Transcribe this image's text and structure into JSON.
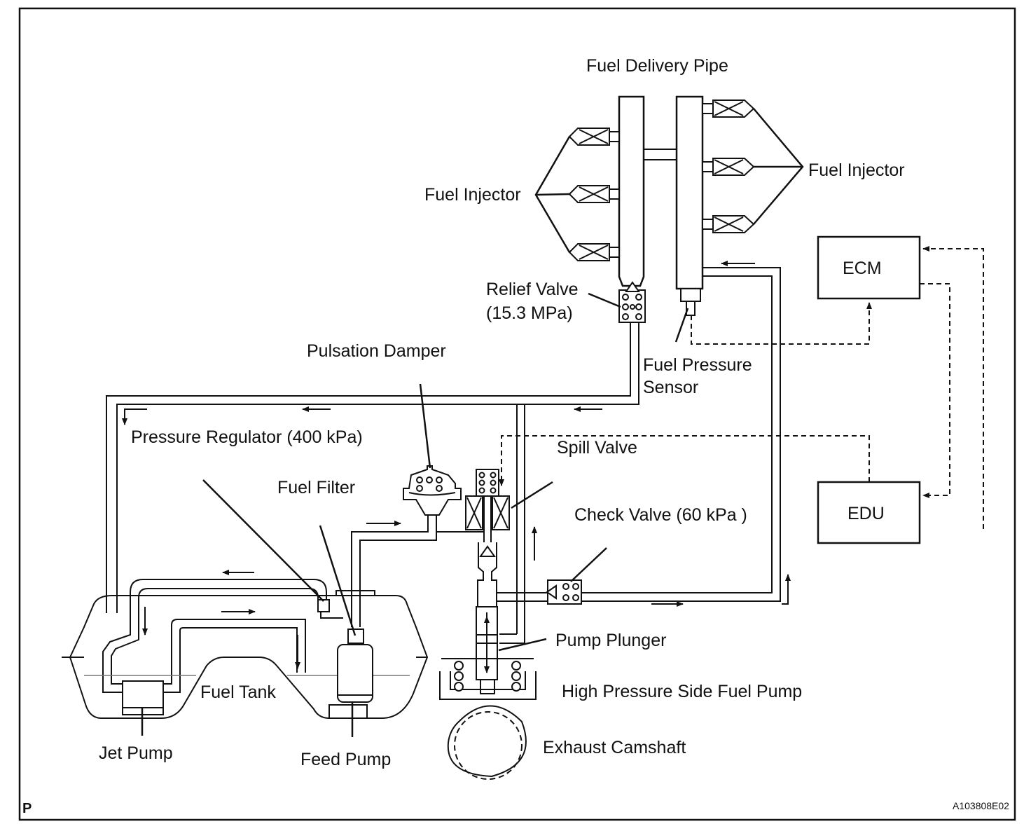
{
  "labels": {
    "fuel_delivery_pipe": "Fuel Delivery Pipe",
    "fuel_injector_left": "Fuel Injector",
    "fuel_injector_right": "Fuel Injector",
    "ecm": "ECM",
    "edu": "EDU",
    "relief_valve_line1": "Relief Valve",
    "relief_valve_line2": "(15.3 MPa)",
    "fuel_pressure_sensor_line1": "Fuel Pressure",
    "fuel_pressure_sensor_line2": "Sensor",
    "pulsation_damper": "Pulsation Damper",
    "pressure_regulator": "Pressure Regulator (400 kPa)",
    "spill_valve": "Spill Valve",
    "fuel_filter": "Fuel Filter",
    "check_valve": "Check Valve (60 kPa )",
    "pump_plunger": "Pump Plunger",
    "high_pressure_pump": "High Pressure Side Fuel Pump",
    "fuel_tank": "Fuel Tank",
    "jet_pump": "Jet  Pump",
    "feed_pump": "Feed Pump",
    "exhaust_camshaft": "Exhaust Camshaft"
  },
  "corner_letter": "P",
  "figure_id": "A103808E02"
}
